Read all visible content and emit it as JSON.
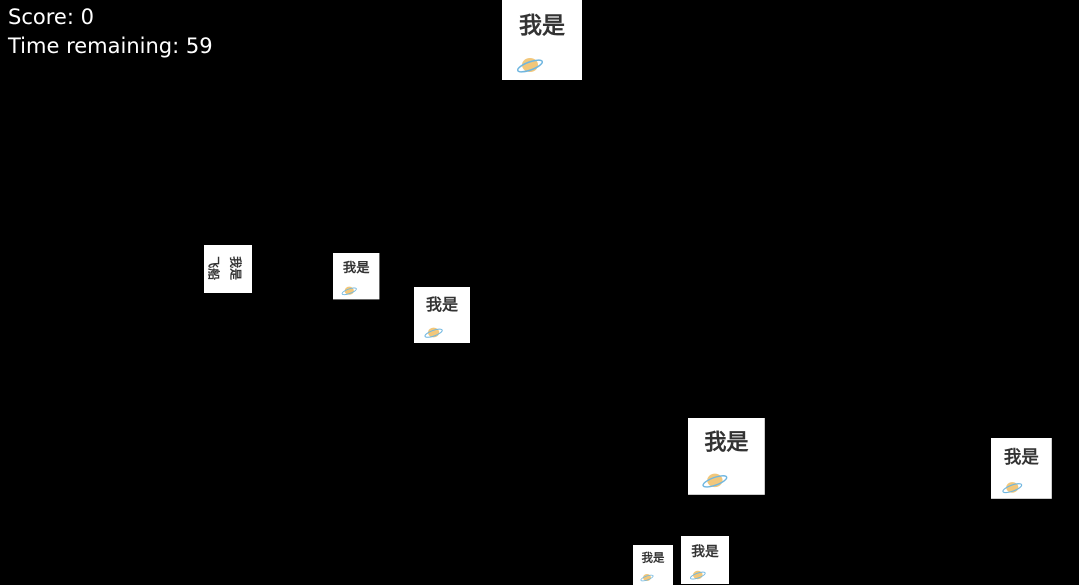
{
  "hud": {
    "score": "Score: 0",
    "time": "Time remaining: 59"
  },
  "sprite": {
    "label": "我是",
    "label2": "飞船",
    "icon": "planet-icon"
  },
  "colors": {
    "background": "#000000",
    "sprite_bg": "#ffffff",
    "planet": "#f2c77a",
    "ring": "#6fb6e0"
  }
}
